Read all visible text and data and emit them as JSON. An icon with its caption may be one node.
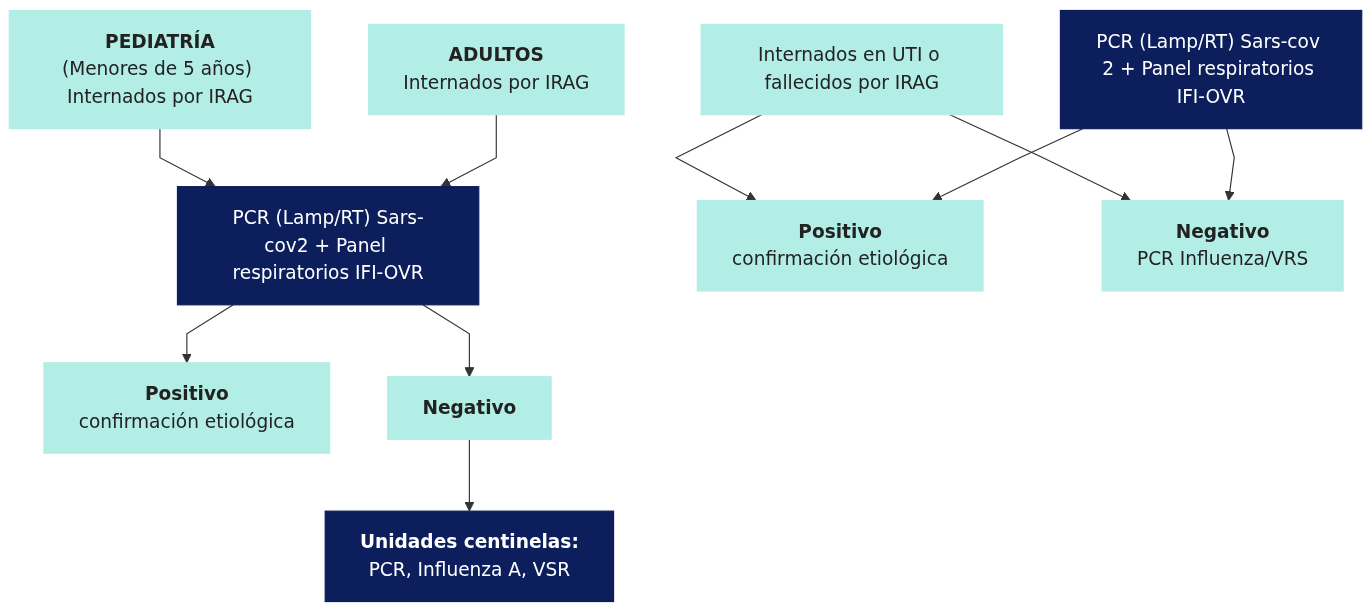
{
  "diagram": {
    "nodes": [
      {
        "text": [
          "PEDIATRÍA",
          "(Menores de 5 años) Internados por IRAG"
        ]
      },
      {
        "text": [
          "ADULTOS",
          "Internados por IRAG"
        ]
      },
      {
        "text": [
          "PCR (Lamp/RT) Sars-cov2 + Panel respiratorios IFI-OVR"
        ]
      },
      {
        "text": [
          "Positivo",
          "confirmación etiológica"
        ]
      },
      {
        "text": [
          "Negativo"
        ]
      },
      {
        "text": [
          "Unidades centinelas:",
          "PCR, Influenza A, VSR"
        ]
      },
      {
        "text": [
          "Internados en UTI o fallecidos por IRAG"
        ]
      },
      {
        "text": [
          "PCR (Lamp/RT) Sars-cov 2 + Panel respiratorios IFI-OVR"
        ]
      },
      {
        "text": [
          "Positivo",
          "confirmación etiológica"
        ]
      },
      {
        "text": [
          "Negativo",
          "PCR Influenza/VRS"
        ]
      }
    ],
    "edges": [
      {
        "from": 0,
        "to": 2,
        "arrow": "to"
      },
      {
        "from": 1,
        "to": 2,
        "arrow": "to"
      },
      {
        "from": 2,
        "to": 3,
        "arrow": "to"
      },
      {
        "from": 2,
        "to": 4,
        "arrow": "to"
      },
      {
        "from": 4,
        "to": 5,
        "arrow": "to"
      },
      {
        "from": 6,
        "to": 8,
        "arrow": "to"
      },
      {
        "from": 6,
        "to": 9,
        "arrow": "to"
      },
      {
        "from": 7,
        "to": 8,
        "arrow": "to"
      },
      {
        "from": 7,
        "to": 9,
        "arrow": "to"
      }
    ]
  }
}
